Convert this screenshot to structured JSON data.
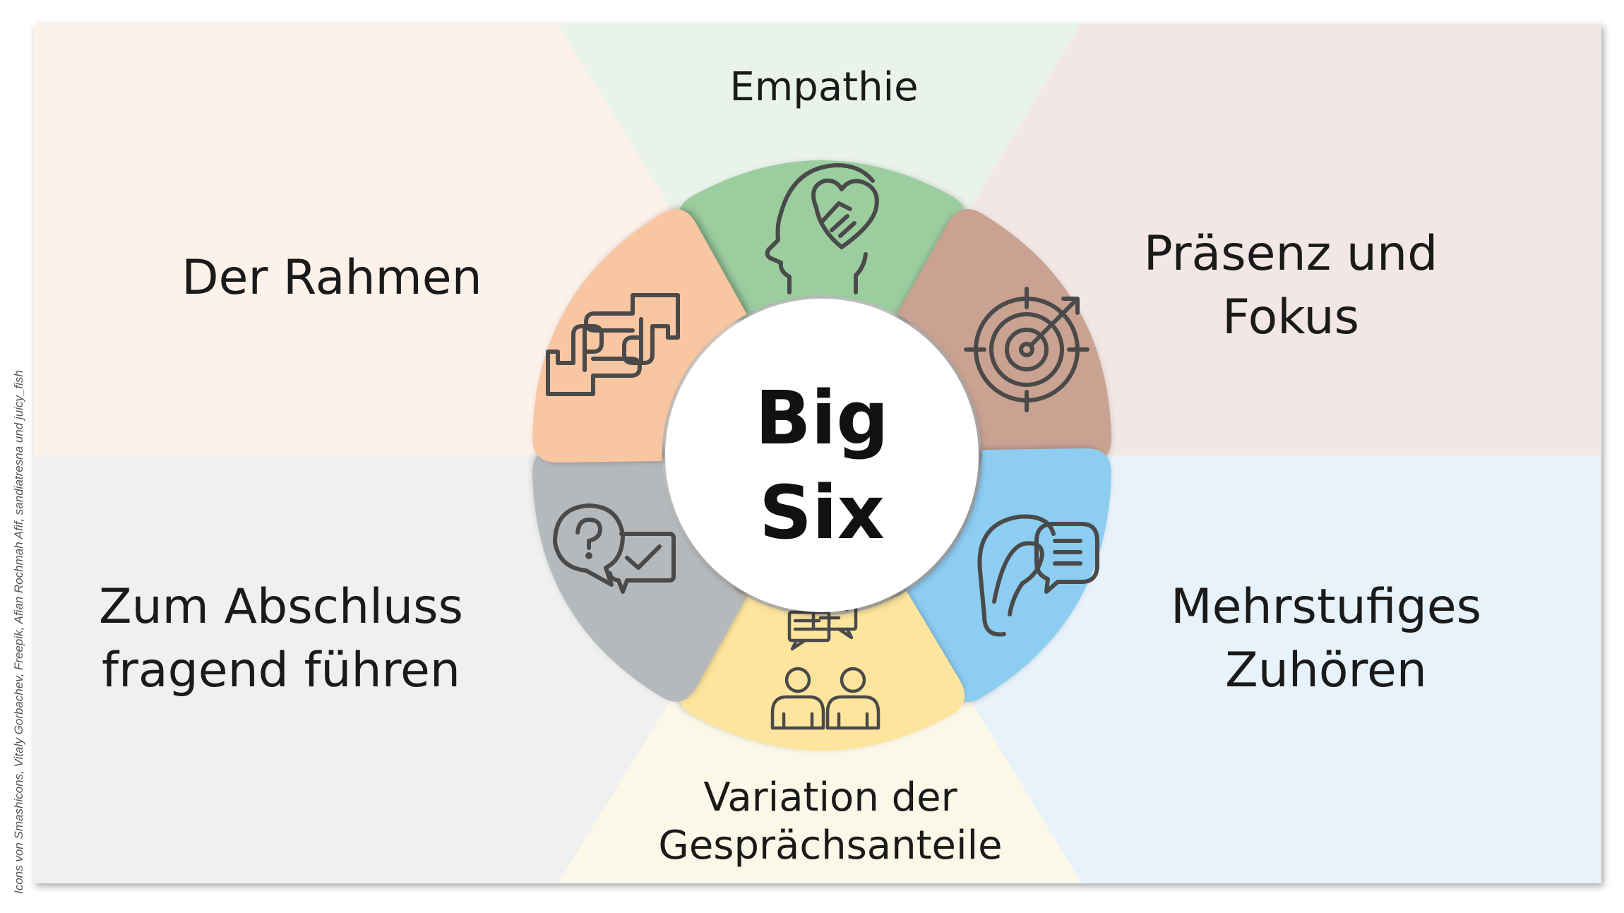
{
  "center": {
    "line1": "Big",
    "line2": "Six"
  },
  "segments": {
    "top": {
      "label": "Empathie",
      "color": "#9ccd9f",
      "bg": "#eaf3ea",
      "icon": "head-heart-handshake-icon"
    },
    "upper_right": {
      "line1": "Präsenz und",
      "line2": "Fokus",
      "color": "#c9a292",
      "bg": "#f2e7e4",
      "icon": "target-icon"
    },
    "lower_right": {
      "line1": "Mehrstufiges",
      "line2": "Zuhören",
      "color": "#8dcdf2",
      "bg": "#e7f2fb",
      "icon": "ear-speech-icon"
    },
    "bottom": {
      "line1": "Variation der",
      "line2": "Gesprächsanteile",
      "color": "#fde59e",
      "bg": "#fcf8e8",
      "icon": "two-people-chat-icon"
    },
    "lower_left": {
      "line1": "Zum Abschluss",
      "line2": "fragend führen",
      "color": "#b6b9bc",
      "bg": "#eff0f0",
      "icon": "question-check-bubbles-icon"
    },
    "upper_left": {
      "label": "Der Rahmen",
      "color": "#f9c6a2",
      "bg": "#fdf2ea",
      "icon": "hand-frame-icon"
    }
  },
  "credit": "Icons von Smashicons, Vitaly Gorbachev, Freepik, Afian Rochmah Afif, sandiatresna und juicy_fish"
}
